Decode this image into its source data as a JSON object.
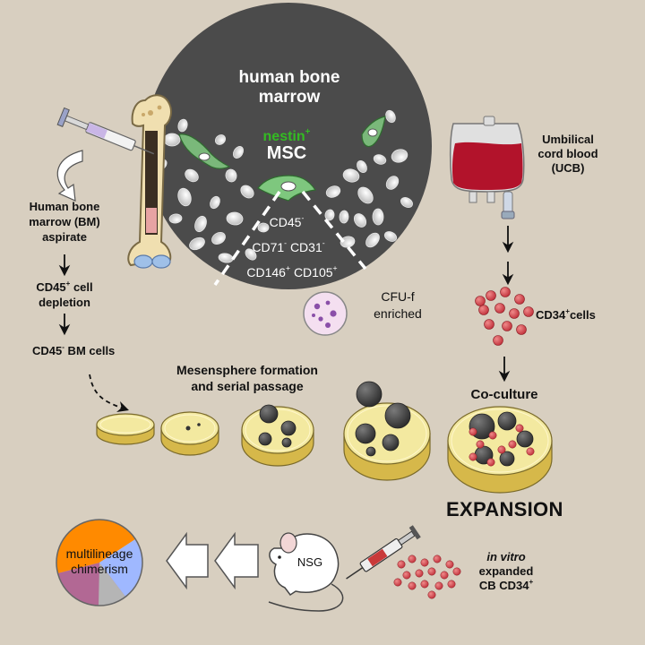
{
  "marrow": {
    "title_line1": "human bone",
    "title_line2": "marrow",
    "nestin": "nestin",
    "nestin_sup": "+",
    "msc": "MSC",
    "cd45": "CD45",
    "cd45_sup": "-",
    "cd71": "CD71",
    "cd71_sup": "-",
    "cd31": "CD31",
    "cd31_sup": "-",
    "cd146": "CD146",
    "cd146_sup": "+",
    "cd105": "CD105",
    "cd105_sup": "+",
    "cfu_line1": "CFU-f",
    "cfu_line2": "enriched"
  },
  "left_flow": {
    "aspirate_line1": "Human bone",
    "aspirate_line2": "marrow (BM)",
    "aspirate_line3": "aspirate",
    "depletion_pre": "CD45",
    "depletion_sup": "+",
    "depletion_post": " cell",
    "depletion_line2": "depletion",
    "bmcells_pre": "CD45",
    "bmcells_sup": "-",
    "bmcells_post": " BM cells"
  },
  "ucb": {
    "line1": "Umbilical",
    "line2": "cord blood",
    "line3": "(UCB)",
    "cd34_pre": "CD34",
    "cd34_sup": "+",
    "cd34_post": "cells",
    "coculture": "Co-culture",
    "expansion": "EXPANSION"
  },
  "mesensphere": {
    "line1": "Mesensphere formation",
    "line2": "and serial passage"
  },
  "bottom": {
    "mouse": "NSG",
    "invitro_italic": "in vitro",
    "invitro_line2": "expanded",
    "invitro_line3_pre": "CB CD34",
    "invitro_sup": "+",
    "pie_line1": "multilineage",
    "pie_line2": "chimerism"
  },
  "colors": {
    "background": "#d8cfc0",
    "marrow_disc": "#4b4b4b",
    "nestin_green": "#33bb22",
    "petri_yellow": "#f3e9a0",
    "blood_red": "#b2132b",
    "pie_orange": "#ff8a00",
    "pie_blue": "#9fb8ff",
    "pie_purple": "#b26894",
    "pie_gray": "#b5b5b5"
  }
}
